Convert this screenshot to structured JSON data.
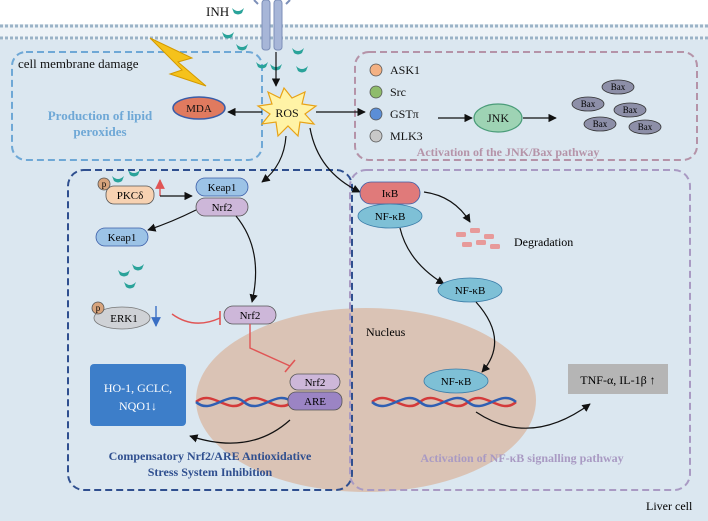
{
  "labels": {
    "inh": "INH",
    "membrane_damage": "cell membrane damage",
    "lipid_title_l1": "Production of lipid",
    "lipid_title_l2": "peroxides",
    "mda": "MDA",
    "ros": "ROS",
    "jnk": "JNK",
    "bax": "Bax",
    "jnk_pathway": "Activation of the JNK/Bax pathway",
    "pkc": "PKCδ",
    "p": "p",
    "keap1": "Keap1",
    "nrf2": "Nrf2",
    "erk1": "ERK1",
    "are": "ARE",
    "ho1_l1": "HO-1, GCLC,",
    "ho1_l2": "NQO1↓",
    "nrf2_title_l1": "Compensatory Nrf2/ARE Antioxidative",
    "nrf2_title_l2": "Stress System Inhibition",
    "ikb": "IκB",
    "nfkb": "NF-κB",
    "degradation": "Degradation",
    "nucleus": "Nucleus",
    "tnf": "TNF-α, IL-1β ↑",
    "nfkb_pathway": "Activation of NF-κB signalling pathway",
    "liver_cell": "Liver cell"
  },
  "legend": [
    {
      "label": "ASK1",
      "color": "#f4b183"
    },
    {
      "label": "Src",
      "color": "#8fbc6b"
    },
    {
      "label": "GSTπ",
      "color": "#5b8ed6"
    },
    {
      "label": "MLK3",
      "color": "#c8c8c8"
    }
  ],
  "colors": {
    "cell": "#dbe7f0",
    "membrane": "#9bb3c7",
    "teal": "#2aa39a",
    "nucleus": "#d9bfae",
    "lipid_box": "#6fa8d6",
    "jnk_box": "#b593a8",
    "nrf2_box": "#2f4f8f",
    "nfkb_box": "#a99ac3",
    "inhibit": "#e05555"
  }
}
